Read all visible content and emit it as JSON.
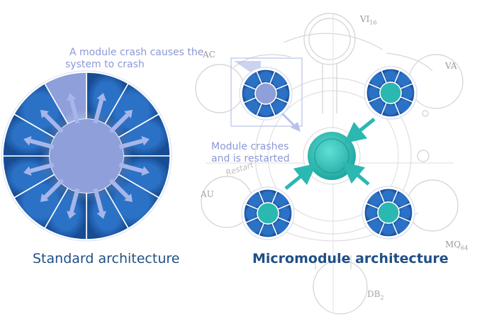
{
  "notes": {
    "crash_line1": "A module crash causes the",
    "crash_line2": "system to crash",
    "restart_line1": "Module crashes",
    "restart_line2": "and is restarted"
  },
  "captions": {
    "standard": "Standard architecture",
    "micromodule": "Micromodule architecture"
  },
  "sketch_labels": [
    "VI",
    "16",
    "AC",
    "VA",
    "AU",
    "MQ",
    "64",
    "DB",
    "2",
    "Restart"
  ],
  "colors": {
    "module_blue": "#1f63b8",
    "module_dark": "#174c94",
    "crashed_module": "#8e9fda",
    "hub_teal": "#2bb8b0",
    "arrow_light": "#a7b6ea",
    "arrow_teal": "#2bb8b0",
    "caption_blue": "#1f4f86"
  }
}
